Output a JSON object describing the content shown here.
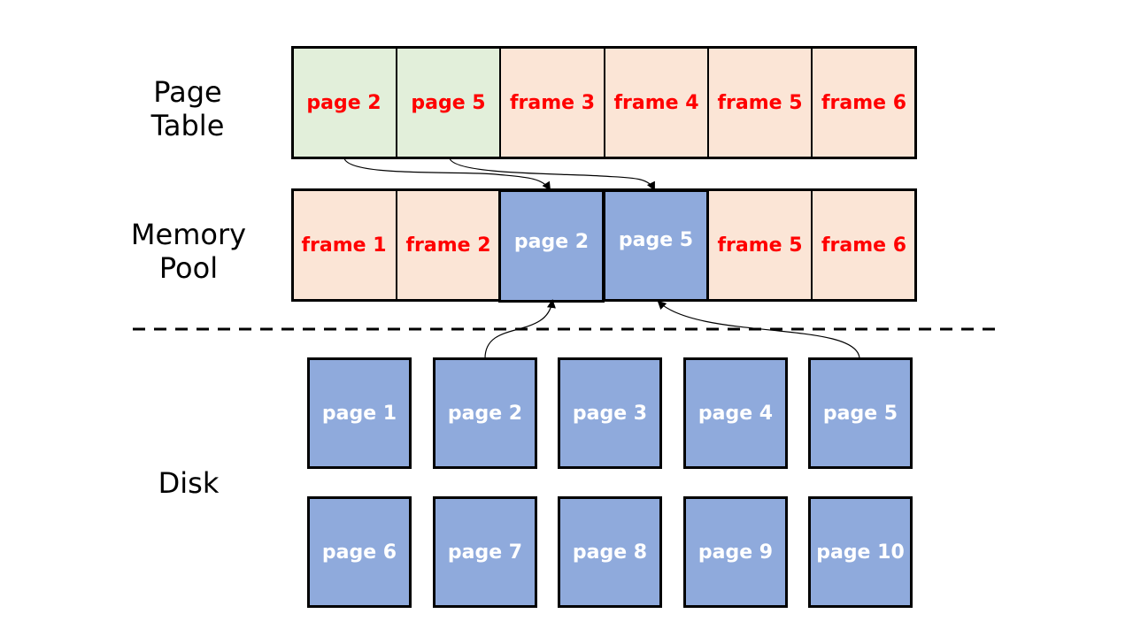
{
  "labels": {
    "page_table": "Page\nTable",
    "memory_pool": "Memory\nPool",
    "disk": "Disk"
  },
  "page_table": [
    {
      "text": "page 2",
      "kind": "mapped"
    },
    {
      "text": "page 5",
      "kind": "mapped"
    },
    {
      "text": "frame 3",
      "kind": "free"
    },
    {
      "text": "frame 4",
      "kind": "free"
    },
    {
      "text": "frame 5",
      "kind": "free"
    },
    {
      "text": "frame 6",
      "kind": "free"
    }
  ],
  "memory_pool": [
    {
      "text": "frame 1",
      "kind": "free"
    },
    {
      "text": "frame 2",
      "kind": "free"
    },
    {
      "text": "page 2",
      "kind": "loaded"
    },
    {
      "text": "page 5",
      "kind": "loaded"
    },
    {
      "text": "frame 5",
      "kind": "free"
    },
    {
      "text": "frame 6",
      "kind": "free"
    }
  ],
  "disk_pages": [
    [
      "page 1",
      "page 2",
      "page 3",
      "page 4",
      "page 5"
    ],
    [
      "page 6",
      "page 7",
      "page 8",
      "page 9",
      "page 10"
    ]
  ],
  "colors": {
    "mapped_fill": "#E2EFDA",
    "free_fill": "#FBE5D6",
    "page_fill": "#8FAADC",
    "free_text": "#FF0000",
    "page_text": "#FFFFFF",
    "border": "#000000"
  }
}
